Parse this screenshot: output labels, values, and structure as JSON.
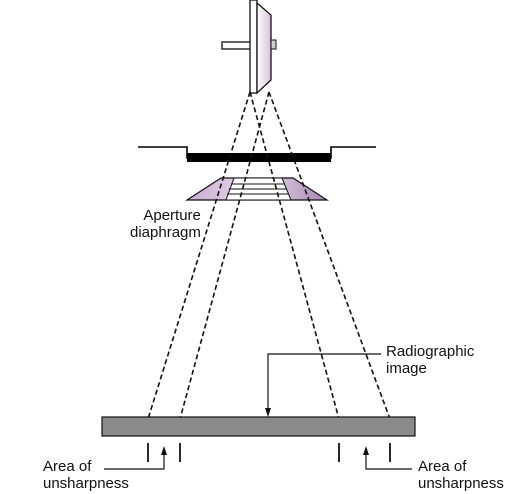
{
  "labels": {
    "aperture": [
      "Aperture",
      "diaphragm"
    ],
    "radiographic": [
      "Radiographic",
      "image"
    ],
    "unsharp_left": [
      "Area of",
      "unsharpness"
    ],
    "unsharp_right": [
      "Area of",
      "unsharpness"
    ]
  },
  "colors": {
    "anode_fill": "#e2cce6",
    "diaphragm_fill": "#b18fbb",
    "film_fill": "#8a8a8a",
    "line": "#111111",
    "housing": "#000000"
  }
}
